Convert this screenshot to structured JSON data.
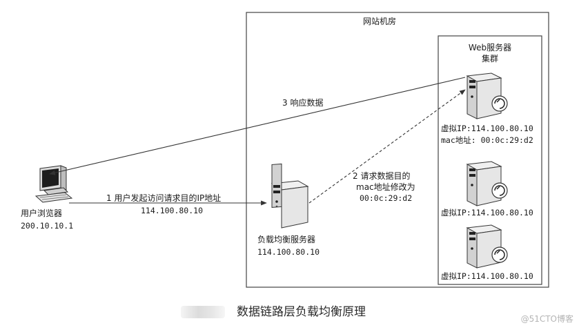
{
  "room": {
    "title": "网站机房"
  },
  "cluster": {
    "title_line1": "Web服务器",
    "title_line2": "集群"
  },
  "client": {
    "name": "用户浏览器",
    "ip": "200.10.10.1"
  },
  "load_balancer": {
    "name": "负载均衡服务器",
    "ip": "114.100.80.10"
  },
  "servers": [
    {
      "vip": "虚拟IP:114.100.80.10",
      "mac": "mac地址: 00:0c:29:d2"
    },
    {
      "vip": "虚拟IP:114.100.80.10"
    },
    {
      "vip": "虚拟IP:114.100.80.10"
    }
  ],
  "arrows": {
    "step1": {
      "label": "1 用户发起访问请求目的IP地址",
      "ip": "114.100.80.10"
    },
    "step2": {
      "line1": "2 请求数据目的",
      "line2": "mac地址修改为",
      "line3": "00:0c:29:d2"
    },
    "step3": {
      "label": "3 响应数据"
    }
  },
  "caption": "数据链路层负载均衡原理",
  "watermark": "@51CTO博客",
  "colors": {
    "line": "#333333",
    "server_body": "#e4e4e4",
    "screen": "#222222"
  }
}
